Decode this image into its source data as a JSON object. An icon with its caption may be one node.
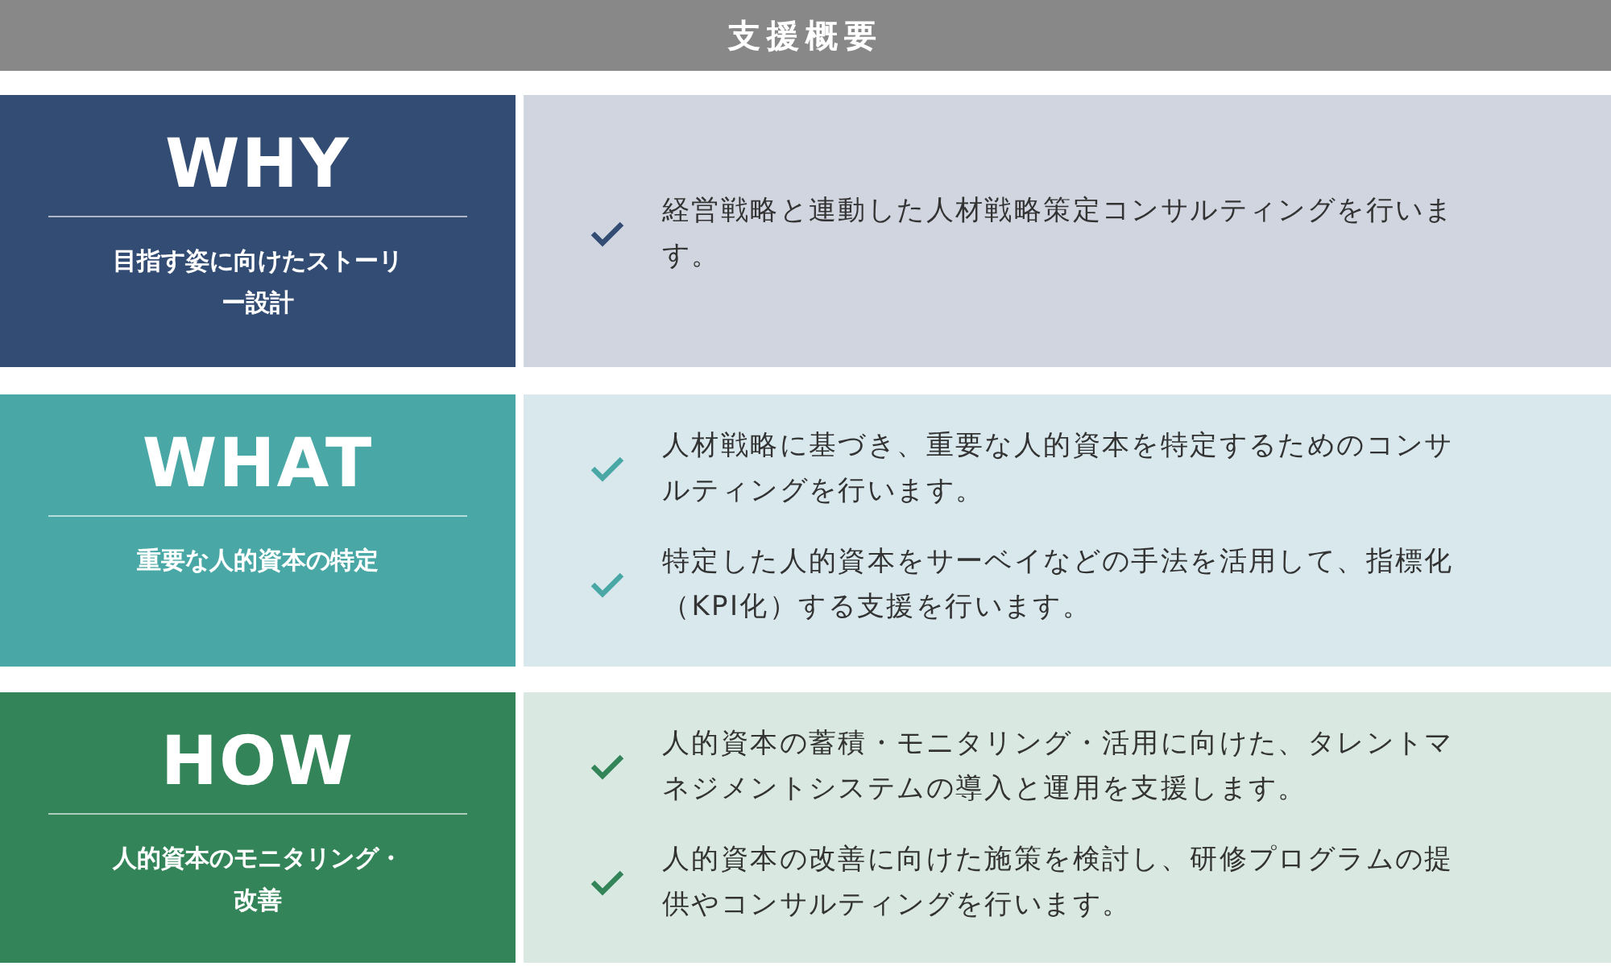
{
  "diagram": {
    "title": "支援概要",
    "nodes": [
      {
        "text": [
          "WHY",
          "目指す姿に向けたストーリー設計"
        ]
      },
      {
        "text": [
          "経営戦略と連動した人材戦略策定コンサルティングを行います。"
        ]
      },
      {
        "text": [
          "WHAT",
          "重要な人的資本の特定"
        ]
      },
      {
        "text": [
          "人材戦略に基づき、重要な人的資本を特定するためのコンサルティングを行います。",
          "特定した人的資本をサーベイなどの手法を活用して、指標化（KPI化）する支援を行います。"
        ]
      },
      {
        "text": [
          "HOW",
          "人的資本のモニタリング・改善"
        ]
      },
      {
        "text": [
          "人的資本の蓄積・モニタリング・活用に向けた、タレントマネジメントシステムの導入と運用を支援します。",
          "人的資本の改善に向けた施策を検討し、研修プログラムの提供やコンサルティングを行います。"
        ]
      }
    ],
    "edges": []
  }
}
